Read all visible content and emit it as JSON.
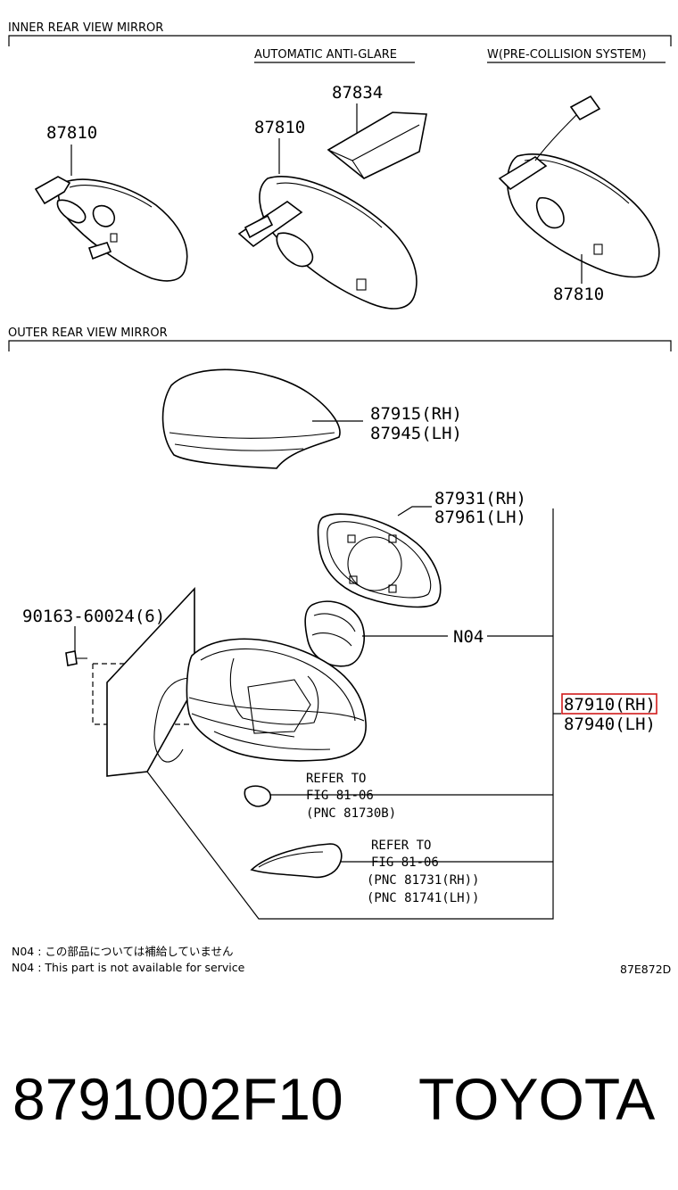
{
  "header_inner": "INNER REAR VIEW MIRROR",
  "sub_auto": "AUTOMATIC ANTI-GLARE",
  "sub_pcs": "W(PRE-COLLISION SYSTEM)",
  "header_outer": "OUTER REAR VIEW MIRROR",
  "callouts": {
    "c87810a": "87810",
    "c87810b": "87810",
    "c87834": "87834",
    "c87810c": "87810",
    "c87915": "87915(RH)",
    "c87945": "87945(LH)",
    "c87931": "87931(RH)",
    "c87961": "87961(LH)",
    "c90163": "90163-60024(6)",
    "cN04": "N04",
    "c87910": "87910(RH)",
    "c87940": "87940(LH)",
    "refer1a": "REFER TO",
    "refer1b": "FIG 81-06",
    "refer1c": "(PNC 81730B)",
    "refer2a": "REFER TO",
    "refer2b": "FIG 81-06",
    "refer2c": "(PNC 81731(RH))",
    "refer2d": "(PNC 81741(LH))"
  },
  "notes": {
    "jp": "N04 : この部品については補給していません",
    "en": "N04 : This part is not available for service",
    "code": "87E872D"
  },
  "product": {
    "part_number": "8791002F10",
    "brand": "TOYOTA"
  },
  "highlight_color": "#d01c1c"
}
